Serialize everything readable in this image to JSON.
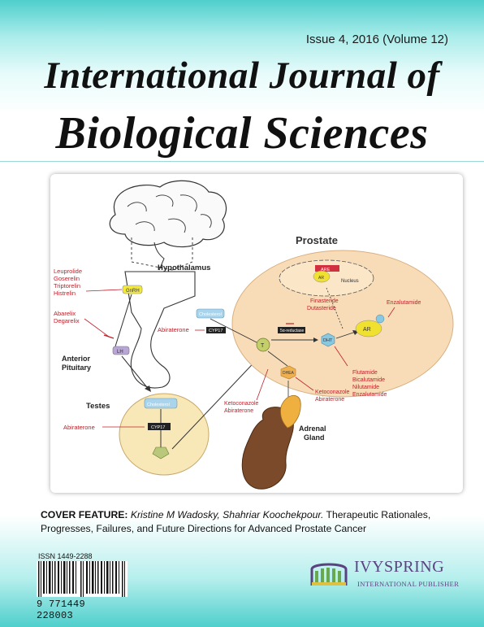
{
  "header": {
    "issue": "Issue 4, 2016 (Volume 12)",
    "title_line1": "International Journal of",
    "title_line2": "Biological Sciences"
  },
  "figure": {
    "prostate_label": "Prostate",
    "hypothalamus_label": "Hypothalamus",
    "anterior_label": "Anterior",
    "pituitary_label": "Pituitary",
    "testes_label": "Testes",
    "adrenal_label": "Adrenal",
    "gland_label": "Gland",
    "gnrh_agonists": [
      "Leuprolide",
      "Goserelin",
      "Triptorelin",
      "Histrelin"
    ],
    "gnrh_antagonists": [
      "Abarelix",
      "Degarelix"
    ],
    "abiraterone": "Abiraterone",
    "finasteride": [
      "Finasteride",
      "Dutasteride"
    ],
    "enzalutamide": "Enzalutamide",
    "antiandrogens": [
      "Flutamide",
      "Bicalutamide",
      "Nilutamide",
      "Enzalutamide"
    ],
    "ketoconazole": "Ketoconazole",
    "are": "ARE",
    "ar": "AR",
    "nucleus": "Nucleus",
    "cyp17": "CYP17",
    "t": "T",
    "dht": "DHT",
    "dhea": "DHEA",
    "lh": "LH",
    "gnrh": "GnRH",
    "srd5a": "5α-reductase",
    "cholesterol": "Cholesterol"
  },
  "cover_feature": {
    "label": "COVER FEATURE:",
    "authors": "Kristine M Wadosky, Shahriar Koochekpour.",
    "text": "Therapeutic Rationales, Progresses, Failures, and Future Directions for Advanced Prostate Cancer"
  },
  "footer": {
    "issn": "ISSN 1449-2288",
    "barcode_number": "9 771449 228003",
    "publisher": "IVYSPRING",
    "publisher_sub": "INTERNATIONAL PUBLISHER"
  },
  "colors": {
    "accent_teal": "#4fcfcc",
    "title": "#111111",
    "inhibitor_red": "#c0202a",
    "publisher_purple": "#5a4280"
  }
}
